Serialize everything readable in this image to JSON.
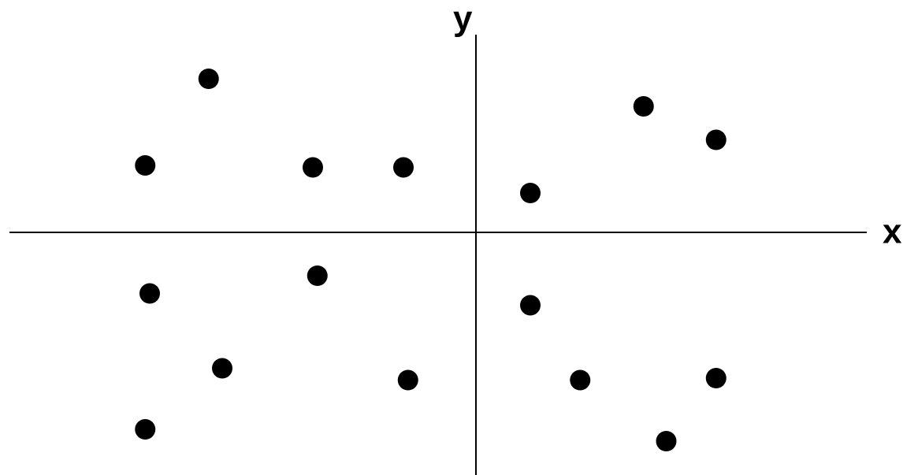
{
  "chart_data": {
    "type": "scatter",
    "xlabel": "x",
    "ylabel": "y",
    "xlim": [
      -10,
      10
    ],
    "ylim": [
      -5,
      5
    ],
    "grid": false,
    "legend": "none",
    "point_color": "#000000",
    "axis_color": "#000000",
    "series": [
      {
        "points": [
          {
            "x": -5.9,
            "y": 3.9
          },
          {
            "x": -7.3,
            "y": 1.7
          },
          {
            "x": -3.6,
            "y": 1.65
          },
          {
            "x": -1.6,
            "y": 1.65
          },
          {
            "x": 1.2,
            "y": 1.0
          },
          {
            "x": 3.7,
            "y": 3.2
          },
          {
            "x": 5.3,
            "y": 2.35
          },
          {
            "x": -7.2,
            "y": -1.55
          },
          {
            "x": -3.5,
            "y": -1.1
          },
          {
            "x": 1.2,
            "y": -1.85
          },
          {
            "x": -5.6,
            "y": -3.45
          },
          {
            "x": -1.5,
            "y": -3.75
          },
          {
            "x": 2.3,
            "y": -3.75
          },
          {
            "x": 5.3,
            "y": -3.7
          },
          {
            "x": -7.3,
            "y": -5.0
          },
          {
            "x": 4.2,
            "y": -5.3
          }
        ]
      }
    ]
  }
}
